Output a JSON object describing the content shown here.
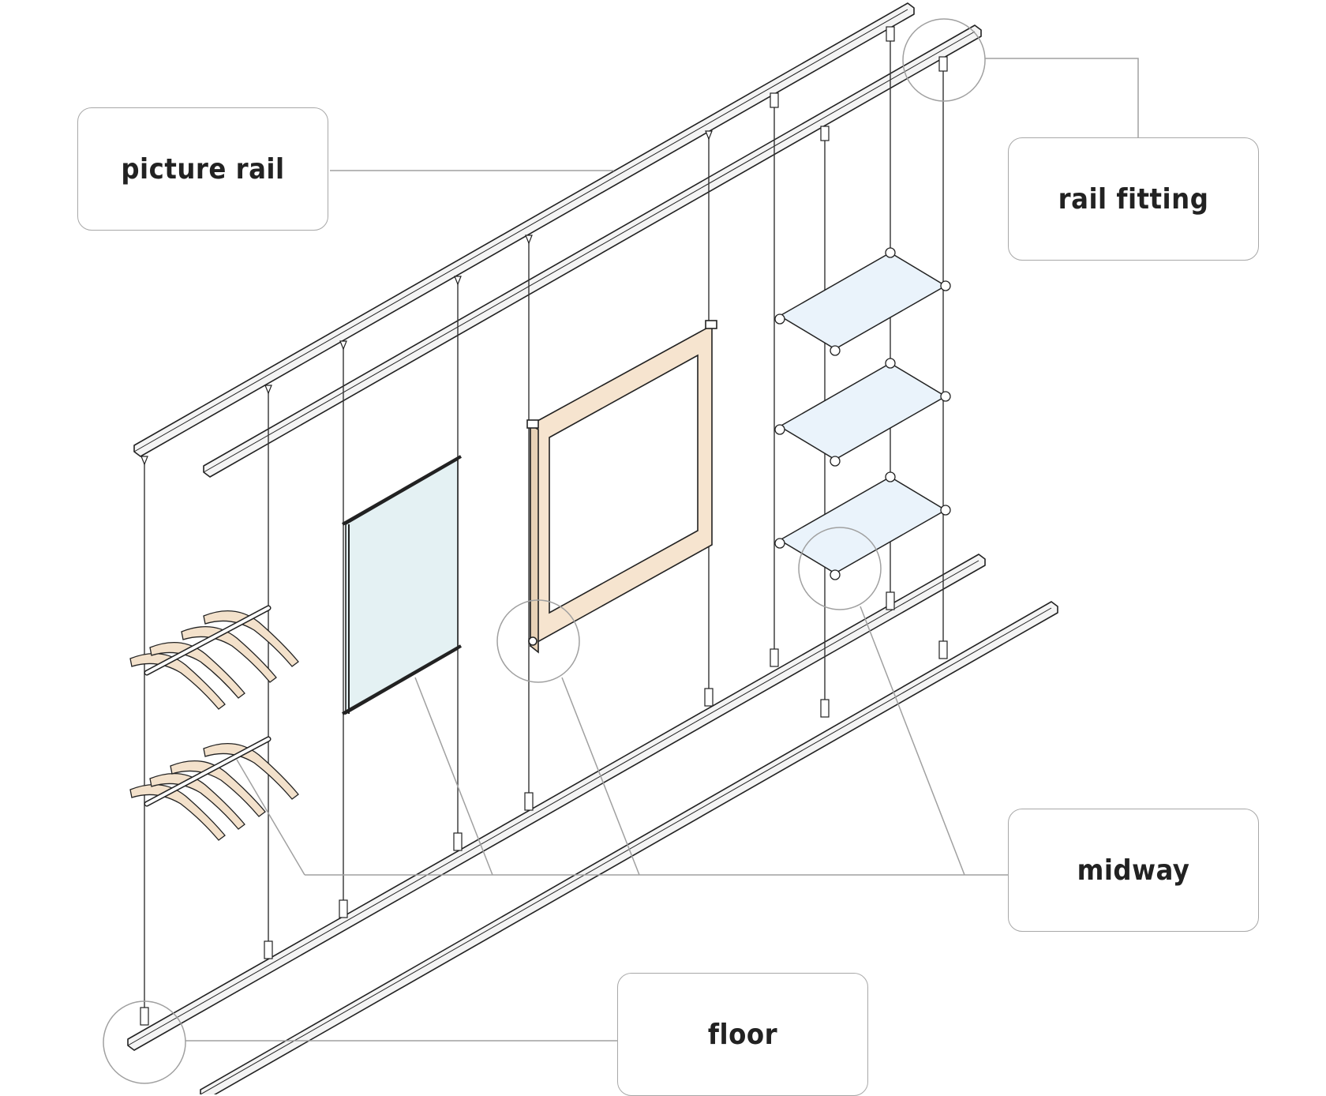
{
  "labels": {
    "picture_rail": "picture rail",
    "rail_fitting": "rail fitting",
    "midway": "midway",
    "floor": "floor"
  },
  "colors": {
    "line": "#222222",
    "leader": "#a0a0a0",
    "rail_fill": "#f4f4f4",
    "glass_panel": "#e4f1f3",
    "shelf": "#eaf3fb",
    "wood_frame": "#f6e4cf",
    "hanger": "#f3e1cb"
  },
  "icons": {
    "hanger": "hanger-icon",
    "shelf": "glass-shelf-icon",
    "frame": "picture-frame-icon",
    "panel": "poster-panel-icon"
  }
}
